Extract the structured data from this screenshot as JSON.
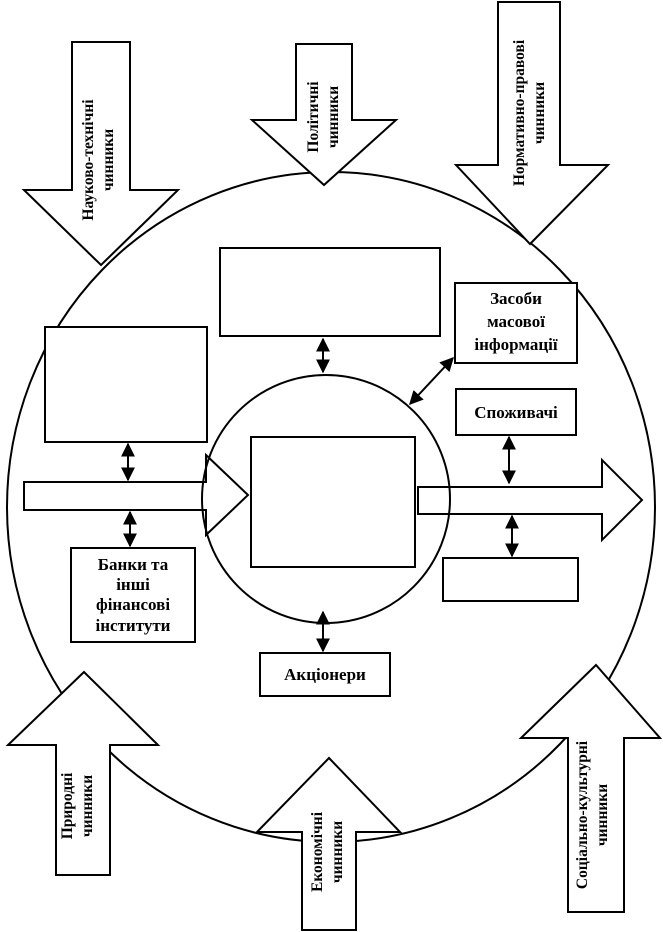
{
  "factors": {
    "scientific_technical": [
      "Науково-технічні",
      "чинники"
    ],
    "political": [
      "Політичні",
      "чинники"
    ],
    "normative_legal": [
      "Нормативно-правові",
      "чинники"
    ],
    "natural": [
      "Природні",
      "чинники"
    ],
    "economic": [
      "Економічні",
      "чинники"
    ],
    "socio_cultural": [
      "Соціально-культурні",
      "чинники"
    ]
  },
  "entities": {
    "media": [
      "Засоби",
      "масової",
      "інформації"
    ],
    "consumers": "Споживачі",
    "banks": [
      "Банки та",
      "інші",
      "фінансові",
      "інститути"
    ],
    "shareholders": "Акціонери"
  },
  "colors": {
    "stroke": "#000000",
    "background": "#ffffff"
  }
}
